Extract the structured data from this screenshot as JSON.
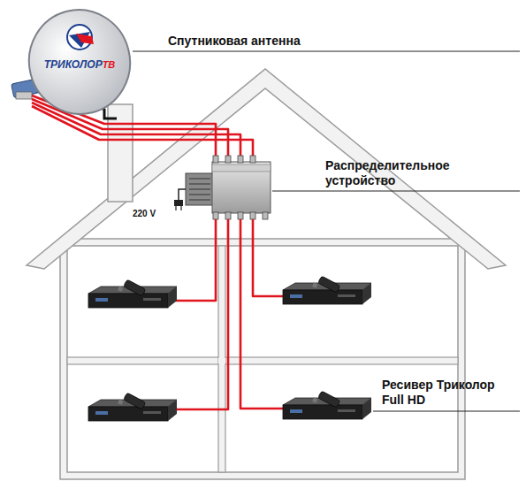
{
  "diagram": {
    "nodes": [
      {
        "text": [
          "ТРИКОЛОР",
          "ТВ"
        ]
      }
    ],
    "labels": [
      "Спутниковая антенна",
      "Распределительное устройство",
      "220 V",
      "Ресивер Триколор Full HD"
    ]
  }
}
